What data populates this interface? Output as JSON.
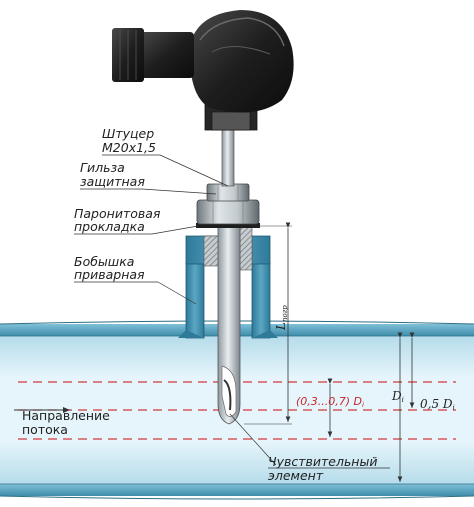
{
  "labels": {
    "fitting_line1": "Штуцер",
    "fitting_line2": "М20х1,5",
    "sleeve_line1": "Гильза",
    "sleeve_line2": "защитная",
    "gasket_line1": "Паронитовая",
    "gasket_line2": "прокладка",
    "boss_line1": "Бобышка",
    "boss_line2": "приварная",
    "flow_line1": "Направление",
    "flow_line2": "потока",
    "sensing_line1": "Чувствительный",
    "sensing_line2": "элемент",
    "immersion_range": "(0,3...0,7) D",
    "immersion_range_sub": "i",
    "length_main": "L",
    "length_sub": "погр",
    "diameter_main": "D",
    "diameter_sub": "i",
    "half_diameter": "0,5 D",
    "half_diameter_sub": "i"
  },
  "colors": {
    "pipe": "#d8eef6",
    "pipe_edge": "#2d6e86",
    "boss": "#3b87a5",
    "metal": "#b9c3c9",
    "head": "#1c1c1c",
    "dashed_red": "#d23b3b",
    "label_red": "#c8272b",
    "line": "#333333"
  }
}
